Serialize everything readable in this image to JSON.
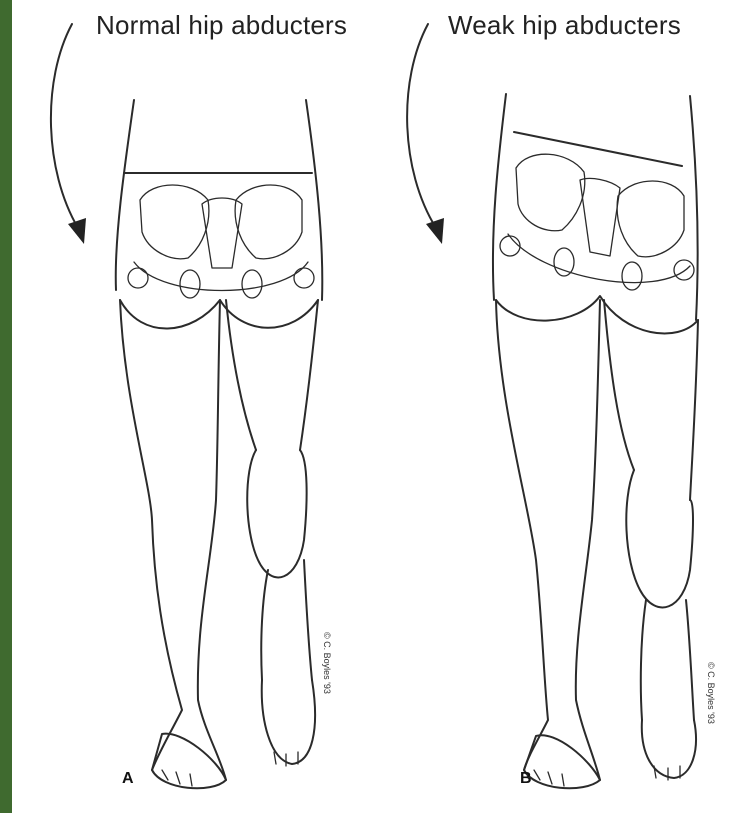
{
  "panels": [
    {
      "heading": "Normal hip abducters",
      "letter": "A",
      "credit": "© C. Boyles '93"
    },
    {
      "heading": "Weak hip abducters",
      "letter": "B",
      "credit": "© C. Boyles '93"
    }
  ],
  "colors": {
    "border": "#3f6a2f",
    "background": "#ffffff",
    "ink": "#2b2b2b"
  }
}
